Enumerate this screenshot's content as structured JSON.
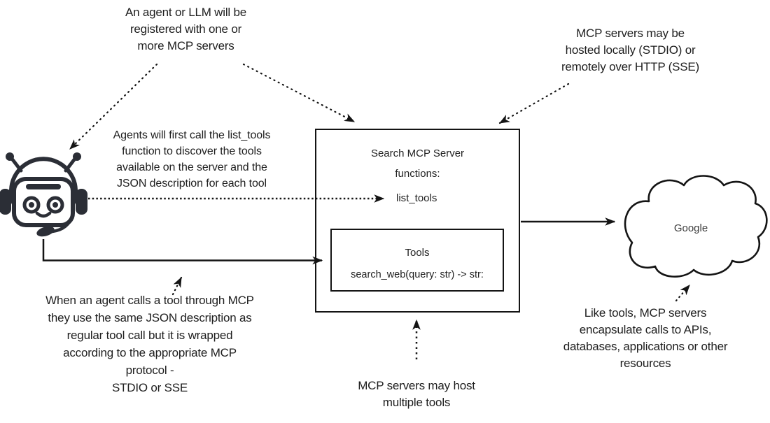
{
  "diagram": {
    "annotations": {
      "agent_registration": {
        "lines": [
          "An agent or LLM will be",
          "registered with one or",
          "more MCP servers"
        ]
      },
      "server_hosting": {
        "lines": [
          "MCP servers may be",
          "hosted locally (STDIO) or",
          "remotely over HTTP (SSE)"
        ]
      },
      "list_tools_discovery": {
        "lines": [
          "Agents will first call the list_tools",
          "function to discover the tools",
          "available on the server and the",
          "JSON description for each tool"
        ]
      },
      "tool_call_wrapping": {
        "lines": [
          "When an agent calls a tool through MCP",
          "they use the same JSON description as",
          "regular tool call but it is wrapped",
          "according to the appropriate MCP",
          "protocol -",
          "STDIO or SSE"
        ]
      },
      "multiple_tools": {
        "lines": [
          "MCP servers may host",
          "multiple tools"
        ]
      },
      "encapsulation": {
        "lines": [
          "Like tools, MCP servers",
          "encapsulate calls to APIs,",
          "databases, applications or other",
          "resources"
        ]
      }
    },
    "server_box": {
      "title": "Search MCP Server",
      "functions_label": "functions:",
      "function_name": "list_tools",
      "tools_box": {
        "title": "Tools",
        "tool_signature": "search_web(query: str) -> str:"
      }
    },
    "cloud": {
      "label": "Google"
    },
    "icons": {
      "robot": "robot-agent-icon",
      "cloud": "cloud-shape"
    },
    "colors": {
      "line": "#141414",
      "text": "#1e1e1e",
      "robot": "#2b2e36",
      "background": "#ffffff"
    }
  }
}
